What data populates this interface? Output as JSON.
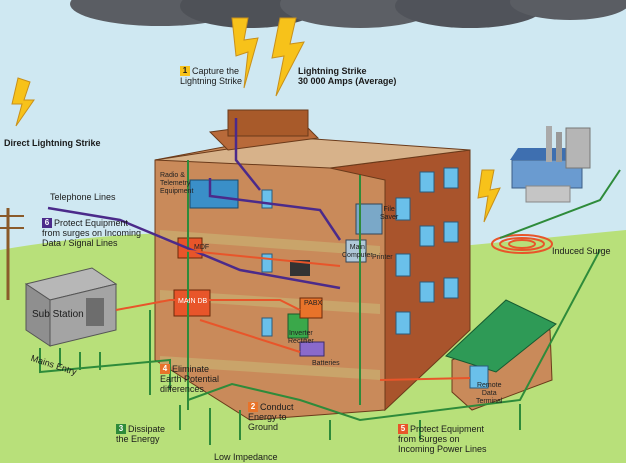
{
  "labels": {
    "capture": {
      "num": "1",
      "text": "Capture the\nLightning Strike"
    },
    "strike": "Lightning Strike\n30 000 Amps (Average)",
    "direct": "Direct Lightning Strike",
    "telephone": "Telephone Lines",
    "protect_data": {
      "num": "6",
      "text": "Protect Equipment\nfrom surges on Incoming\nData / Signal Lines"
    },
    "substation": "Sub Station",
    "mains": "Mains Entry",
    "eliminate": {
      "num": "4",
      "text": "Eliminate\nEarth Potential\ndifferences"
    },
    "conduct": {
      "num": "2",
      "text": "Conduct\nEnergy to\nGround"
    },
    "dissipate": {
      "num": "3",
      "text": "Dissipate\nthe Energy"
    },
    "low_impedance": "Low Impedance",
    "protect_power": {
      "num": "5",
      "text": "Protect Equipment\nfrom Surges on\nIncoming Power Lines"
    },
    "induced": "Induced Surge",
    "radio": "Radio &\nTelemetry\nEquipment",
    "file_saver": "File\nSaver",
    "mdf": "MDF",
    "main_db": "MAIN DB",
    "inverter": "Inverter\nRectifier",
    "batteries": "Batteries",
    "remote": "Remote\nData\nTerminal",
    "pabx": "PABX",
    "computer": "Main\nComputer",
    "printer": "Printer"
  },
  "colors": {
    "sky": "#cfe8f2",
    "grass": "#b8e07a",
    "earth_wire": "#2e8b3a",
    "data_wire": "#4b2a8a",
    "power_wire": "#e8552a",
    "brick": "#a9542c",
    "floor": "#c9a46a",
    "bolt": "#f7c21a",
    "number_badge": "#e8732a"
  }
}
